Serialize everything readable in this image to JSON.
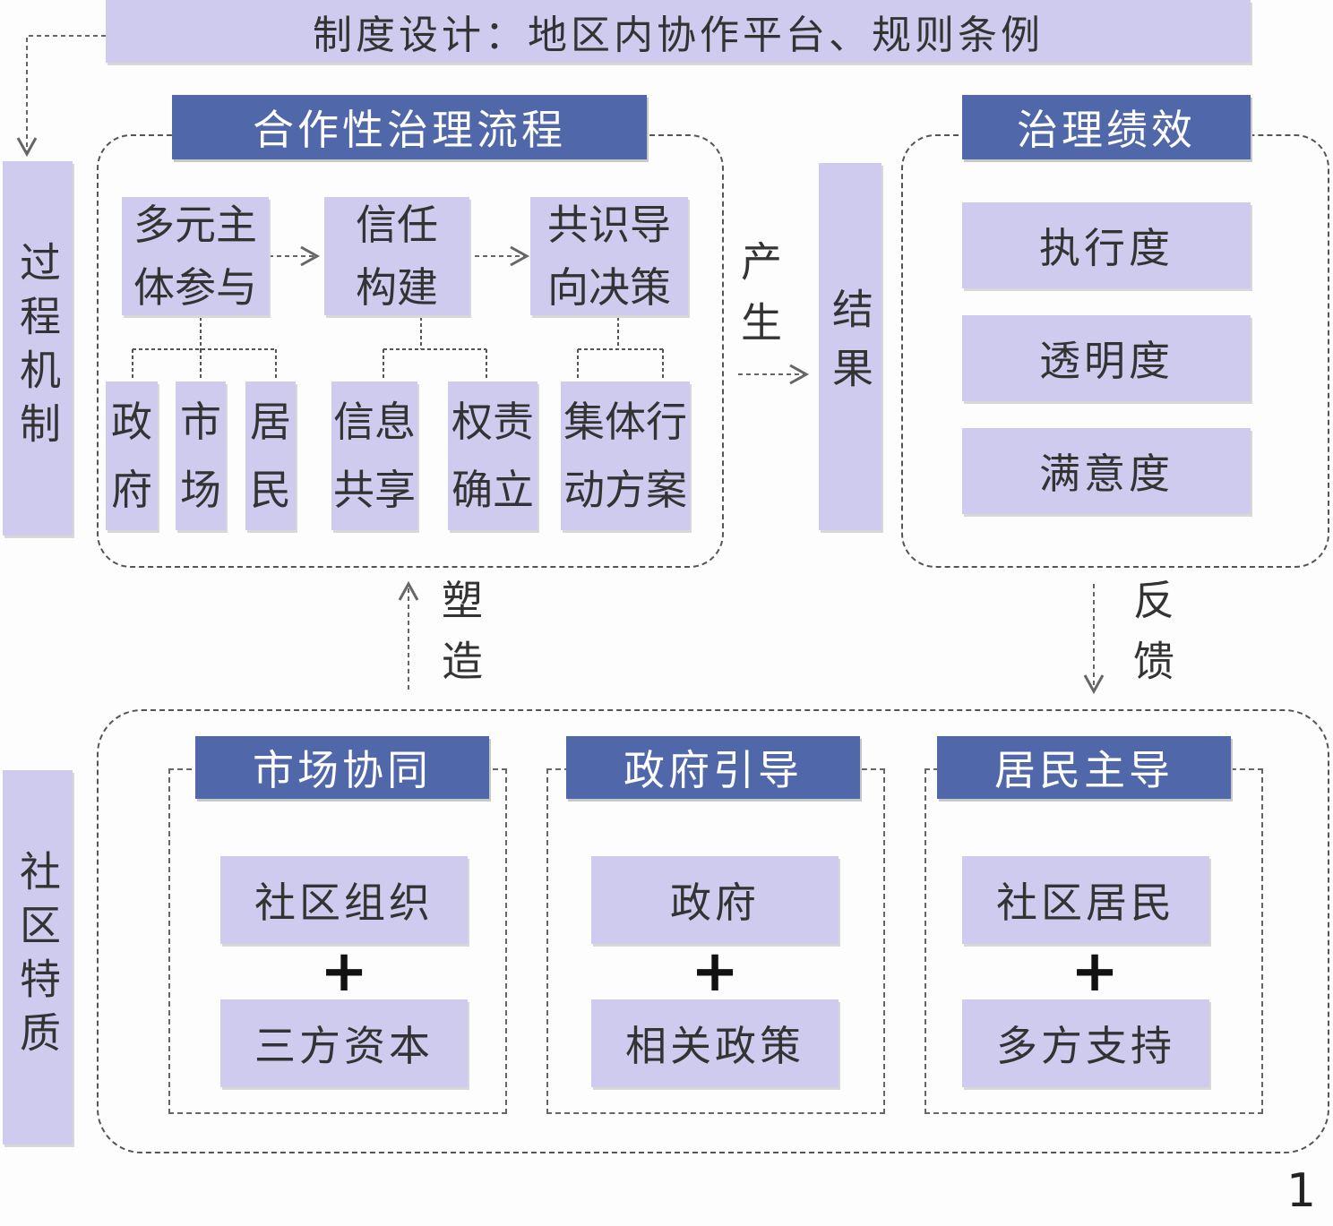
{
  "top_banner": "制度设计：地区内协作平台、规则条例",
  "left_labels": {
    "process": "过程机制",
    "community": "社区特质"
  },
  "process": {
    "title": "合作性治理流程",
    "steps": [
      {
        "l1": "多元主",
        "l2": "体参与"
      },
      {
        "l1": "信任",
        "l2": "构建"
      },
      {
        "l1": "共识导",
        "l2": "向决策"
      }
    ],
    "sub": [
      {
        "l1": "政",
        "l2": "府"
      },
      {
        "l1": "市",
        "l2": "场"
      },
      {
        "l1": "居",
        "l2": "民"
      },
      {
        "l1": "信息",
        "l2": "共享"
      },
      {
        "l1": "权责",
        "l2": "确立"
      },
      {
        "l1": "集体行",
        "l2": "动方案"
      }
    ]
  },
  "produce_label": "产生",
  "result_label": "结果",
  "performance": {
    "title": "治理绩效",
    "items": [
      "执行度",
      "透明度",
      "满意度"
    ]
  },
  "shape_label": "塑造",
  "feedback_label": "反馈",
  "community": {
    "groups": [
      {
        "title": "市场协同",
        "a": "社区组织",
        "b": "三方资本"
      },
      {
        "title": "政府引导",
        "a": "政府",
        "b": "相关政策"
      },
      {
        "title": "居民主导",
        "a": "社区居民",
        "b": "多方支持"
      }
    ],
    "plus": "+"
  },
  "page_number": "1"
}
